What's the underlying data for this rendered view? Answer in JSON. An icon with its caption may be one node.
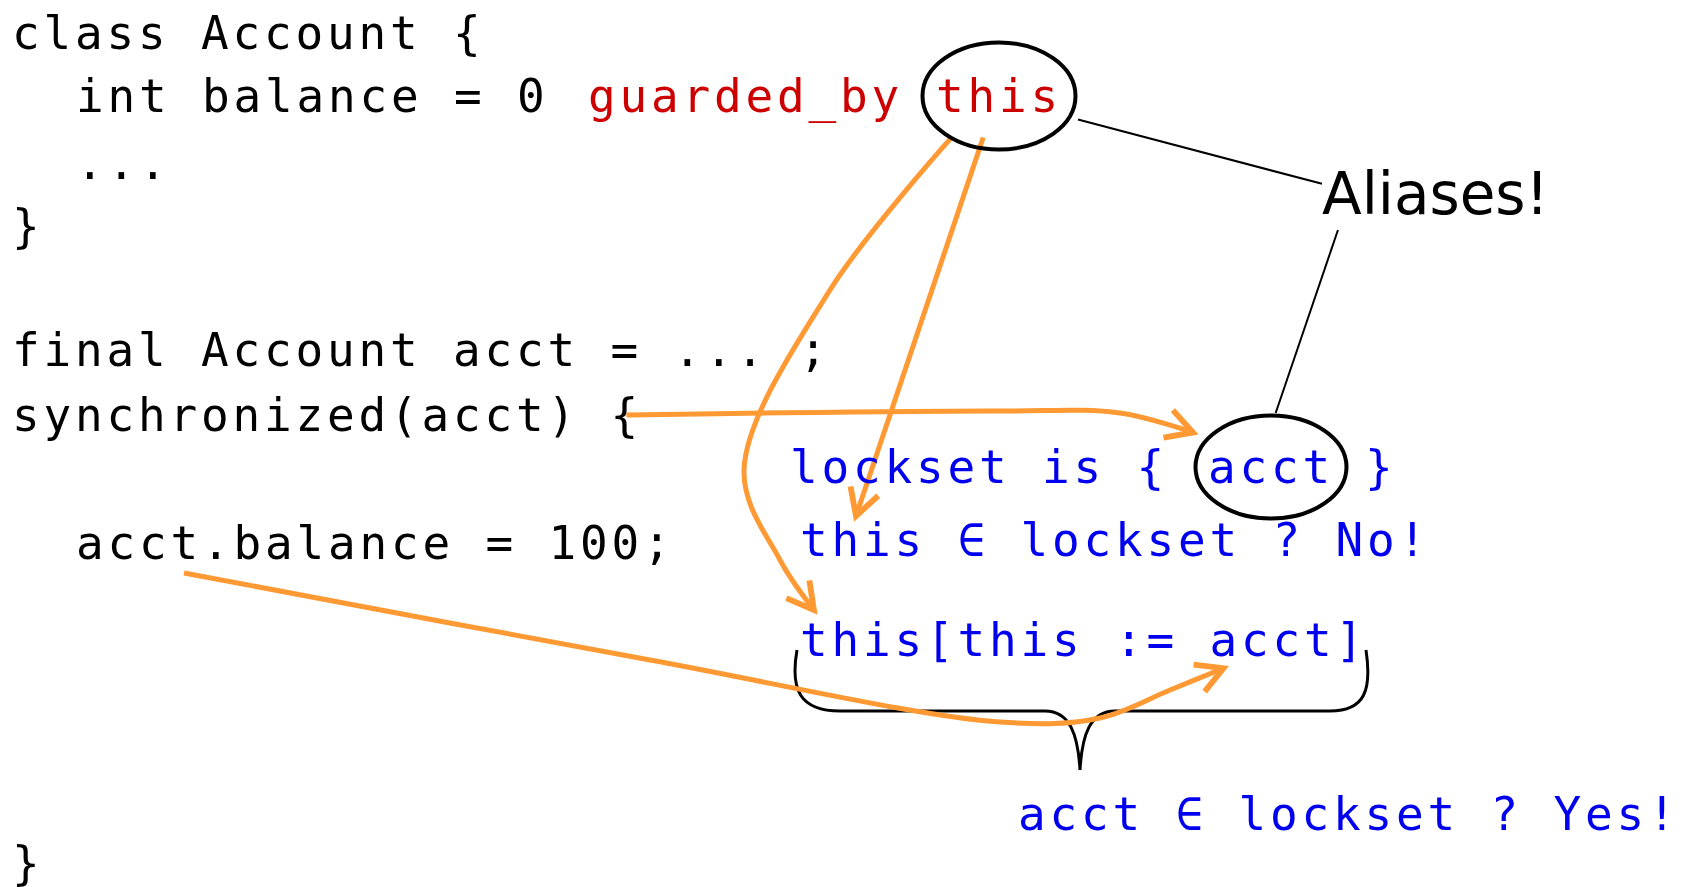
{
  "diagram": {
    "nodes": [
      {
        "text": [
          "this"
        ]
      },
      {
        "text": [
          "Aliases!"
        ]
      },
      {
        "text": [
          "synchronized(acct) {"
        ]
      },
      {
        "text": [
          "acct"
        ]
      },
      {
        "text": [
          "this ∈ lockset ? No!"
        ]
      },
      {
        "text": [
          "acct.balance = 100;"
        ]
      },
      {
        "text": [
          "this[this := acct]"
        ]
      },
      {
        "text": [
          "acct ∈ lockset ? Yes!"
        ]
      }
    ],
    "edges": [
      {
        "from": 1,
        "to": 0,
        "arrow": "none",
        "color": "#000000"
      },
      {
        "from": 1,
        "to": 3,
        "arrow": "none",
        "color": "#000000"
      },
      {
        "from": 0,
        "to": 4,
        "arrow": "to"
      },
      {
        "from": 0,
        "to": 6,
        "arrow": "to"
      },
      {
        "from": 2,
        "to": 3,
        "arrow": "to"
      },
      {
        "from": 5,
        "to": 6,
        "arrow": "to"
      }
    ],
    "labels": [
      "class Account {",
      "int balance = 0",
      "guarded_by",
      "...",
      "}",
      "final Account acct = ... ;",
      "lockset is {",
      "}",
      "}"
    ]
  }
}
